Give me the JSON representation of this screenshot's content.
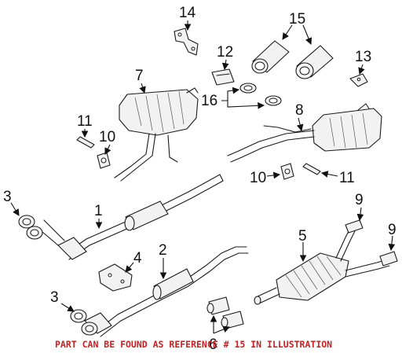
{
  "diagram": {
    "note_color": "#cc1f1f",
    "callouts": [
      {
        "id": "c1",
        "label": "1"
      },
      {
        "id": "c2",
        "label": "2"
      },
      {
        "id": "c3a",
        "label": "3"
      },
      {
        "id": "c3b",
        "label": "3"
      },
      {
        "id": "c4",
        "label": "4"
      },
      {
        "id": "c5",
        "label": "5"
      },
      {
        "id": "c6",
        "label": "6"
      },
      {
        "id": "c7",
        "label": "7"
      },
      {
        "id": "c8",
        "label": "8"
      },
      {
        "id": "c9a",
        "label": "9"
      },
      {
        "id": "c9b",
        "label": "9"
      },
      {
        "id": "c10a",
        "label": "10"
      },
      {
        "id": "c10b",
        "label": "10"
      },
      {
        "id": "c11a",
        "label": "11"
      },
      {
        "id": "c11b",
        "label": "11"
      },
      {
        "id": "c12",
        "label": "12"
      },
      {
        "id": "c13",
        "label": "13"
      },
      {
        "id": "c14",
        "label": "14"
      },
      {
        "id": "c15",
        "label": "15"
      },
      {
        "id": "c16",
        "label": "16"
      }
    ],
    "note": "PART CAN BE FOUND AS REFERENCE # 15 IN ILLUSTRATION"
  }
}
